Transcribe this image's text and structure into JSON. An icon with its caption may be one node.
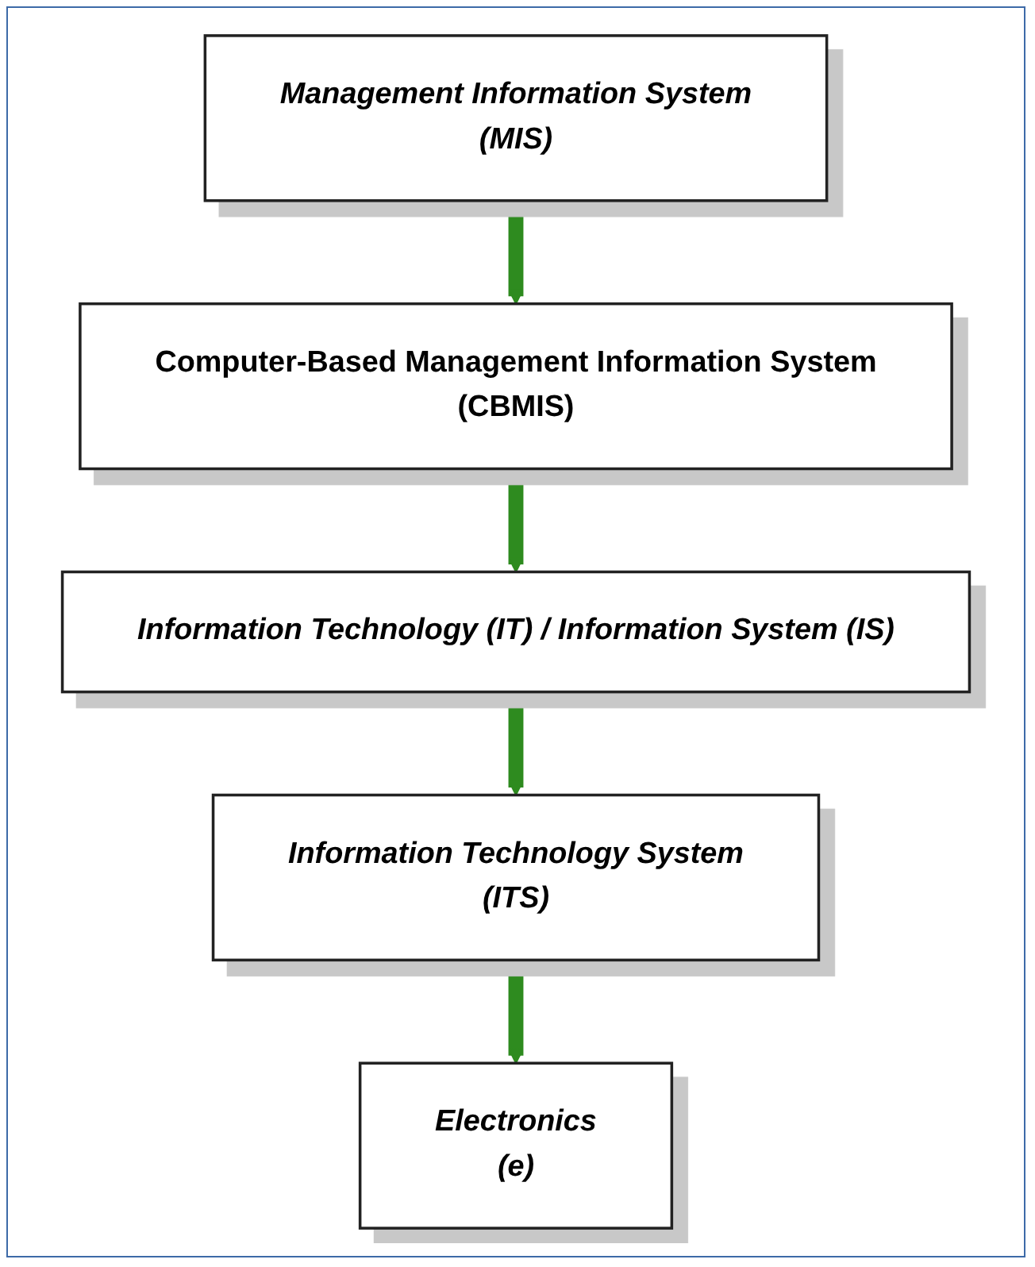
{
  "diagram": {
    "nodes": [
      {
        "text": [
          "Management Information System",
          "(MIS)"
        ]
      },
      {
        "text": [
          "Computer-Based Management Information System",
          "(CBMIS)"
        ]
      },
      {
        "text": [
          "Information Technology (IT) / Information System (IS)"
        ]
      },
      {
        "text": [
          "Information Technology System",
          "(ITS)"
        ]
      },
      {
        "text": [
          "Electronics",
          "(e)"
        ]
      }
    ],
    "edges": [
      {
        "from": 0,
        "to": 1,
        "arrow": "to"
      },
      {
        "from": 1,
        "to": 2,
        "arrow": "to"
      },
      {
        "from": 2,
        "to": 3,
        "arrow": "to"
      },
      {
        "from": 3,
        "to": 4,
        "arrow": "to"
      }
    ]
  }
}
